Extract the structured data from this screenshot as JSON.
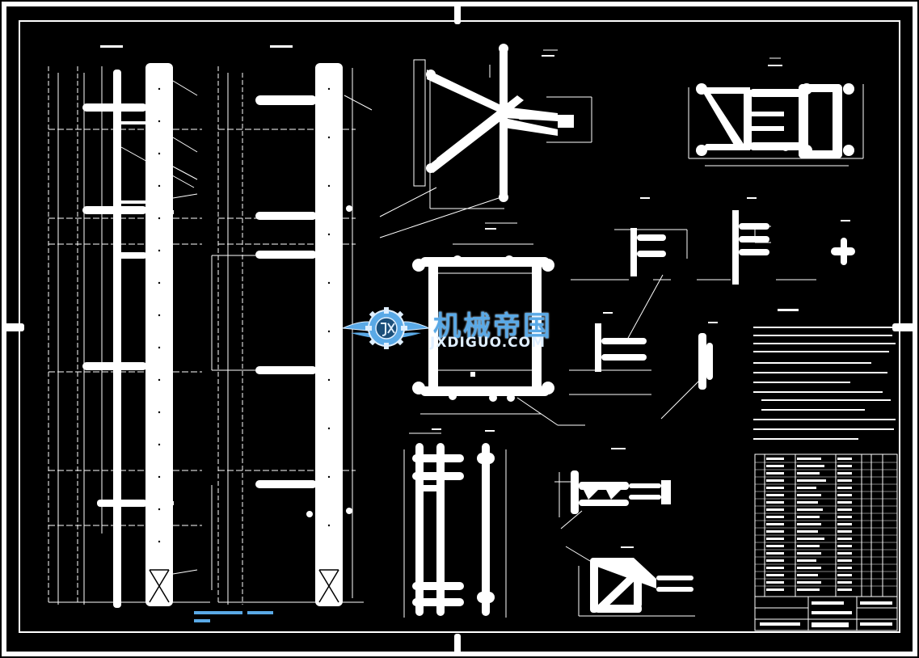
{
  "colors": {
    "background": "#000000",
    "line": "#ffffff",
    "watermark_blue": "#5aa9e6"
  },
  "watermark": {
    "chinese": "机械帝国",
    "latin": "JXDIGUO.COM",
    "emblem": "gear-wings-logo"
  }
}
